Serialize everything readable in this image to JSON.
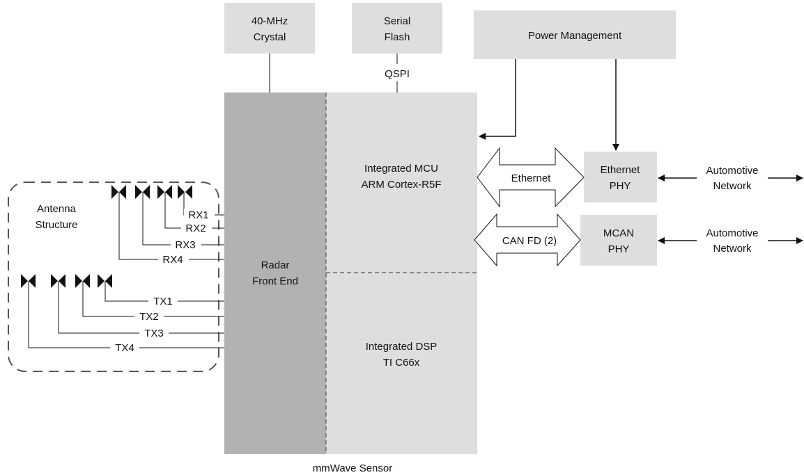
{
  "blocks": {
    "crystal": [
      "40-MHz",
      "Crystal"
    ],
    "flash": [
      "Serial",
      "Flash"
    ],
    "power": "Power Management",
    "front_end": [
      "Radar",
      "Front End"
    ],
    "mcu": [
      "Integrated MCU",
      "ARM Cortex-R5F"
    ],
    "dsp": [
      "Integrated DSP",
      "TI C66x"
    ],
    "eth_phy": [
      "Ethernet",
      "PHY"
    ],
    "mcan_phy": [
      "MCAN",
      "PHY"
    ]
  },
  "labels": {
    "qspi": "QSPI",
    "ethernet": "Ethernet",
    "can_fd": "CAN FD (2)",
    "network_top": [
      "Automotive",
      "Network"
    ],
    "network_bottom": [
      "Automotive",
      "Network"
    ],
    "sensor": "mmWave Sensor"
  },
  "antenna": {
    "title": [
      "Antenna",
      "Structure"
    ],
    "rx": [
      "RX1",
      "RX2",
      "RX3",
      "RX4"
    ],
    "tx": [
      "TX1",
      "TX2",
      "TX3",
      "TX4"
    ]
  },
  "colors": {
    "front_end_fill": "#b2b2b2",
    "block_fill": "#dedede",
    "line": "#111111",
    "dashed_border": "#555555"
  }
}
